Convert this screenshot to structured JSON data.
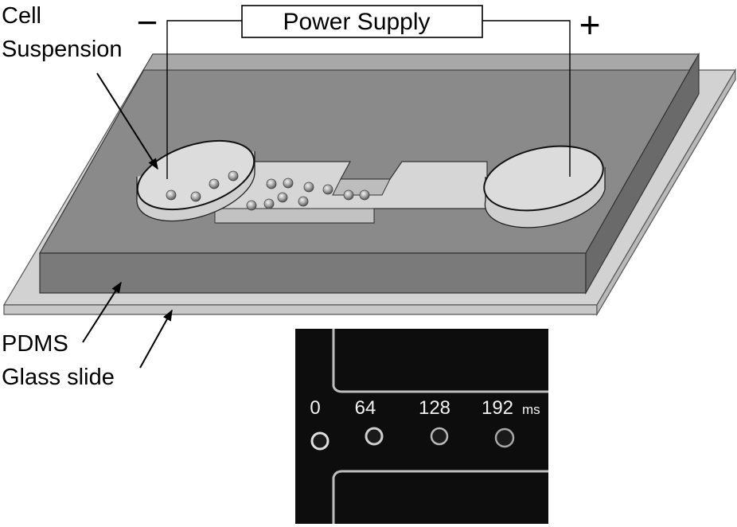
{
  "power_supply": {
    "label": "Power Supply",
    "negative": "−",
    "positive": "+"
  },
  "labels": {
    "cell": "Cell",
    "suspension": "Suspension",
    "pdms": "PDMS",
    "glass_slide": "Glass slide"
  },
  "micrograph": {
    "times": [
      "0",
      "64",
      "128",
      "192"
    ],
    "unit": "ms"
  }
}
